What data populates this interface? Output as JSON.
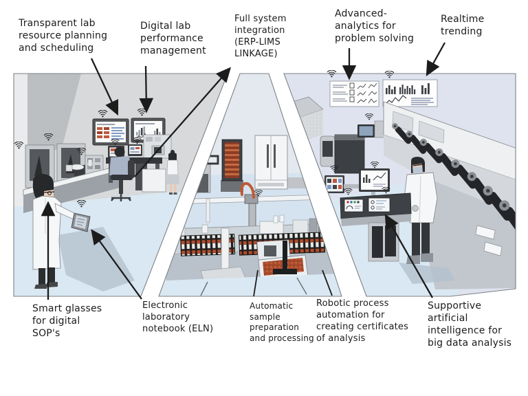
{
  "figure": {
    "alt": "Hand-drawn illustration of a digital smart laboratory with three rooms: a control room with dashboards, an automated sample preparation area with a robotic arm, and an analytics room with instruments, all connected by Wi-Fi"
  },
  "annotations": {
    "resource_planning": {
      "text": "Transparent lab\nresource planning\nand scheduling"
    },
    "performance_mgmt": {
      "text": "Digital lab\nperformance\nmanagement"
    },
    "system_integration": {
      "text": "Full system\nintegration\n(ERP-LIMS\nLINKAGE)"
    },
    "advanced_analytics": {
      "text": "Advanced-\nanalytics for\nproblem solving"
    },
    "realtime_trending": {
      "text": "Realtime\ntrending"
    },
    "smart_glasses": {
      "text": "Smart glasses\nfor digital\nSOP's"
    },
    "eln": {
      "text": "Electronic\nlaboratory\nnotebook (ELN)"
    },
    "sample_prep": {
      "text": "Automatic\nsample\npreparation\nand processing"
    },
    "rpa": {
      "text": "Robotic process\nautomation for\ncreating certificates\nof analysis"
    },
    "ai": {
      "text": "Supportive\nartificial\nintelligence for\nbig data analysis"
    }
  },
  "icons": {
    "wifi": "wifi-signal"
  },
  "colors": {
    "ink": "#1c1c1c",
    "floor_blue": "#d9e8f2",
    "left_wall_gray": "#d7d9db",
    "right_wall_lavender": "#dfe3ef",
    "corridor_wall": "#e4e9ef",
    "sample_cap_orange": "#b0502f",
    "schedule_red": "#bf5a3e",
    "schedule_blue": "#7d9cc4",
    "instrument_dark": "#242528",
    "labcoat_white": "#f6f7f8"
  }
}
